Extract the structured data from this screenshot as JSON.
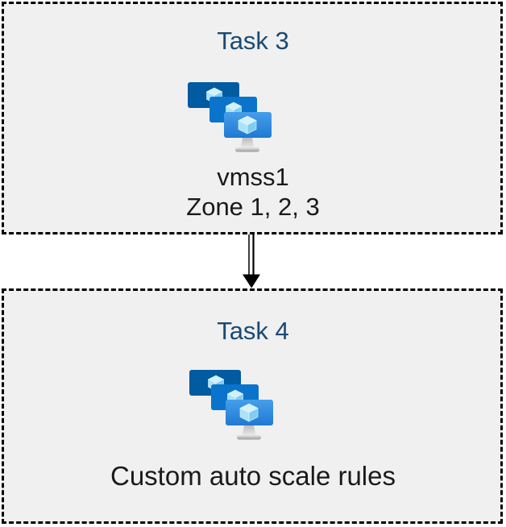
{
  "diagram": {
    "background_color": "#ffffff",
    "box_background_color": "#f0f0f0",
    "box_border_color": "#000000",
    "title_color": "#1a4a73",
    "text_color": "#1a1a1a",
    "tasks": [
      {
        "title": "Task 3",
        "icon": "vm-scale-sets-icon",
        "lines": [
          "vmss1",
          "Zone 1, 2, 3"
        ]
      },
      {
        "title": "Task 4",
        "icon": "vm-scale-sets-icon",
        "lines": [
          "Custom auto scale rules"
        ]
      }
    ],
    "connector": {
      "style": "double-line-arrow",
      "direction": "down"
    },
    "icon_colors": {
      "screen_back": "#005ba1",
      "screen_middle": "#0a74cd",
      "screen_front_top": "#459fe9",
      "screen_front_bottom": "#2079d2",
      "cube_top": "#d2f1fc",
      "cube_left": "#abe2f7",
      "cube_right": "#82cdef",
      "stand": "#c6c6c6"
    }
  }
}
